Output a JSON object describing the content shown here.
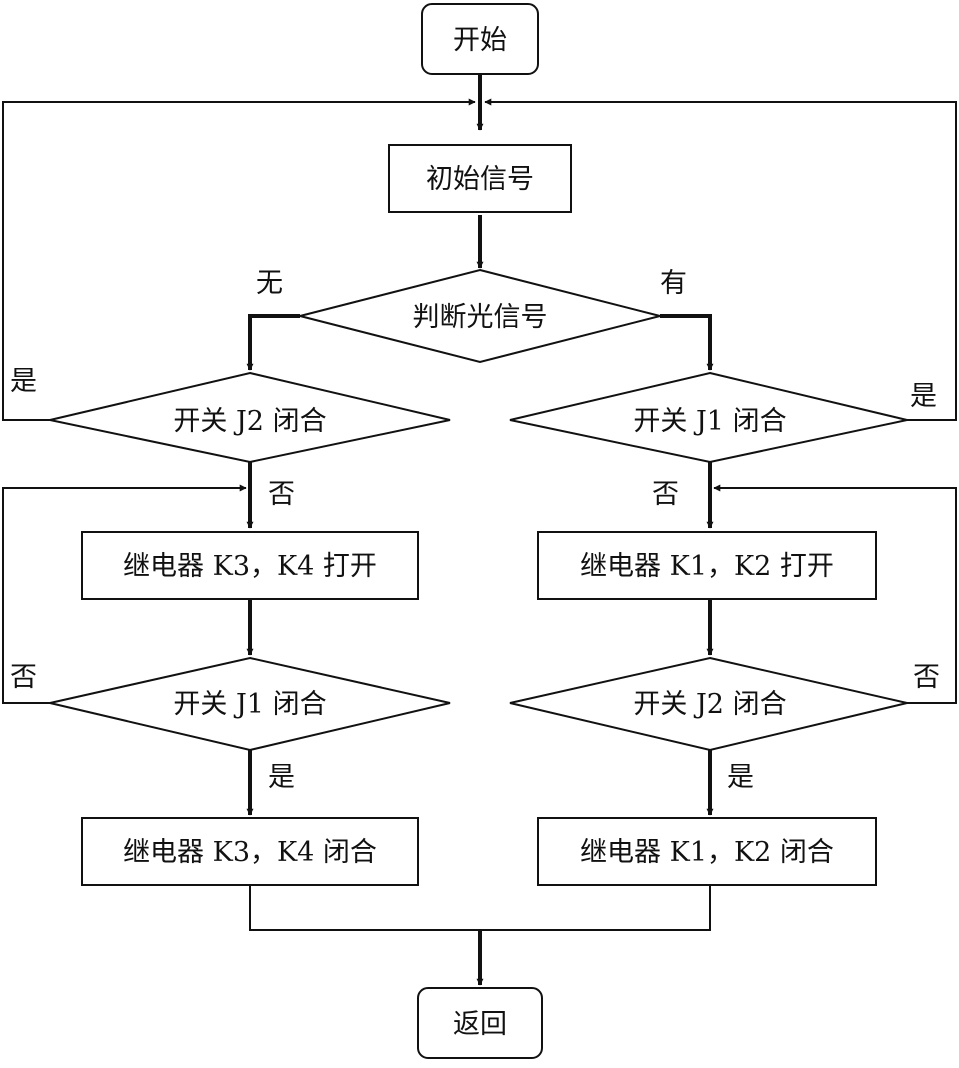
{
  "nodes": {
    "start": "开始",
    "init_signal": "初始信号",
    "judge_light": "判断光信号",
    "left_check_j2": "开关 J2 闭合",
    "right_check_j1": "开关 J1 闭合",
    "left_relay_open": "继电器 K3，K4 打开",
    "right_relay_open": "继电器 K1，K2 打开",
    "left_check_j1": "开关 J1 闭合",
    "right_check_j2": "开关 J2 闭合",
    "left_relay_close": "继电器 K3，K4 闭合",
    "right_relay_close": "继电器 K1，K2 闭合",
    "return": "返回"
  },
  "edge_labels": {
    "none": "无",
    "has": "有",
    "left_yes_loop": "是",
    "right_yes_loop": "是",
    "left_no_down": "否",
    "right_no_down": "否",
    "left_no_loop": "否",
    "right_no_loop": "否",
    "left_yes_down": "是",
    "right_yes_down": "是"
  }
}
